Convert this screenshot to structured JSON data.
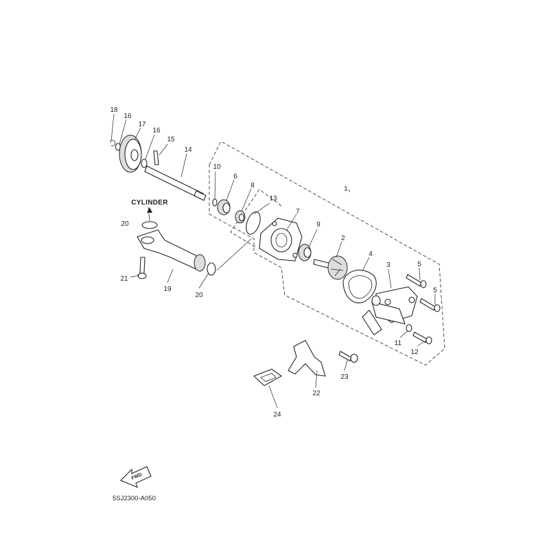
{
  "labels": {
    "cylinder": "CYLINDER",
    "fwd": "FWD",
    "figure_code": "5SJ2300-A050"
  },
  "callouts": [
    "1",
    "2",
    "3",
    "4",
    "5",
    "5",
    "6",
    "7",
    "8",
    "9",
    "10",
    "11",
    "12",
    "13",
    "14",
    "15",
    "16",
    "16",
    "17",
    "18",
    "19",
    "20",
    "20",
    "21",
    "22",
    "23",
    "24"
  ]
}
